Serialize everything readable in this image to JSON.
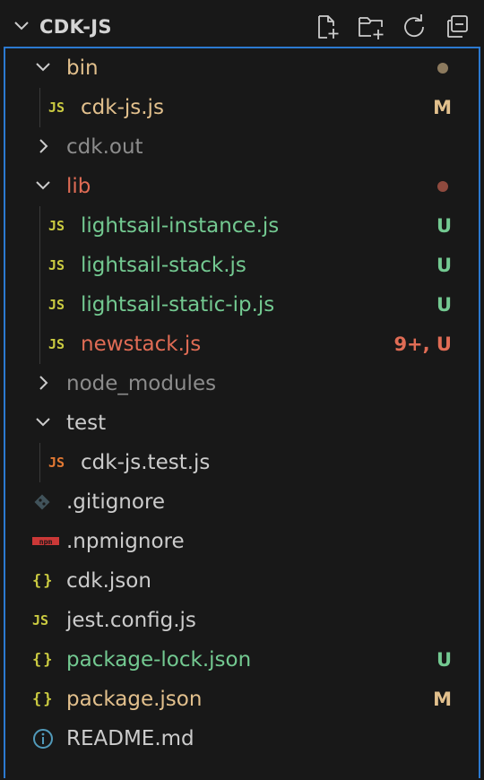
{
  "header": {
    "title": "CDK-JS",
    "actions": [
      {
        "icon": "new-file-icon"
      },
      {
        "icon": "new-folder-icon"
      },
      {
        "icon": "refresh-icon"
      },
      {
        "icon": "collapse-all-icon"
      }
    ]
  },
  "colors": {
    "default_text": "#cccccc",
    "folder_bin": "#e2c08d",
    "folder_lib": "#e06c55",
    "untracked": "#73c991",
    "modified": "#e2c08d",
    "error": "#e06c55",
    "ignored": "#8c8c8c",
    "js_icon": "#cbcb41",
    "json_icon": "#cbcb41",
    "test_icon": "#e37933",
    "npm_icon": "#cb3837",
    "git_icon": "#41535b",
    "info_icon": "#519aba",
    "dot_bin": "#8c7a5e",
    "dot_lib": "#8f4a3e",
    "focus_border": "#2b79d0"
  },
  "tree": [
    {
      "label": "bin",
      "kind": "folder",
      "expanded": true,
      "depth": 0,
      "status": "modified-folder",
      "decoration": "",
      "dot": true
    },
    {
      "label": "cdk-js.js",
      "kind": "js",
      "depth": 1,
      "status": "modified",
      "decoration": "M"
    },
    {
      "label": "cdk.out",
      "kind": "folder",
      "expanded": false,
      "depth": 0,
      "status": "ignored",
      "decoration": ""
    },
    {
      "label": "lib",
      "kind": "folder",
      "expanded": true,
      "depth": 0,
      "status": "error-folder",
      "decoration": "",
      "dot": true
    },
    {
      "label": "lightsail-instance.js",
      "kind": "js",
      "depth": 1,
      "status": "untracked",
      "decoration": "U"
    },
    {
      "label": "lightsail-stack.js",
      "kind": "js",
      "depth": 1,
      "status": "untracked",
      "decoration": "U"
    },
    {
      "label": "lightsail-static-ip.js",
      "kind": "js",
      "depth": 1,
      "status": "untracked",
      "decoration": "U"
    },
    {
      "label": "newstack.js",
      "kind": "js",
      "depth": 1,
      "status": "error",
      "decoration": "9+, U"
    },
    {
      "label": "node_modules",
      "kind": "folder",
      "expanded": false,
      "depth": 0,
      "status": "ignored",
      "decoration": ""
    },
    {
      "label": "test",
      "kind": "folder",
      "expanded": true,
      "depth": 0,
      "status": "default",
      "decoration": ""
    },
    {
      "label": "cdk-js.test.js",
      "kind": "test-js",
      "depth": 1,
      "status": "default",
      "decoration": ""
    },
    {
      "label": ".gitignore",
      "kind": "git",
      "depth": 0,
      "status": "default",
      "decoration": ""
    },
    {
      "label": ".npmignore",
      "kind": "npm",
      "depth": 0,
      "status": "default",
      "decoration": ""
    },
    {
      "label": "cdk.json",
      "kind": "json",
      "depth": 0,
      "status": "default",
      "decoration": ""
    },
    {
      "label": "jest.config.js",
      "kind": "js",
      "depth": 0,
      "status": "default",
      "decoration": ""
    },
    {
      "label": "package-lock.json",
      "kind": "json",
      "depth": 0,
      "status": "untracked",
      "decoration": "U"
    },
    {
      "label": "package.json",
      "kind": "json",
      "depth": 0,
      "status": "modified",
      "decoration": "M"
    },
    {
      "label": "README.md",
      "kind": "info",
      "depth": 0,
      "status": "default",
      "decoration": ""
    }
  ]
}
